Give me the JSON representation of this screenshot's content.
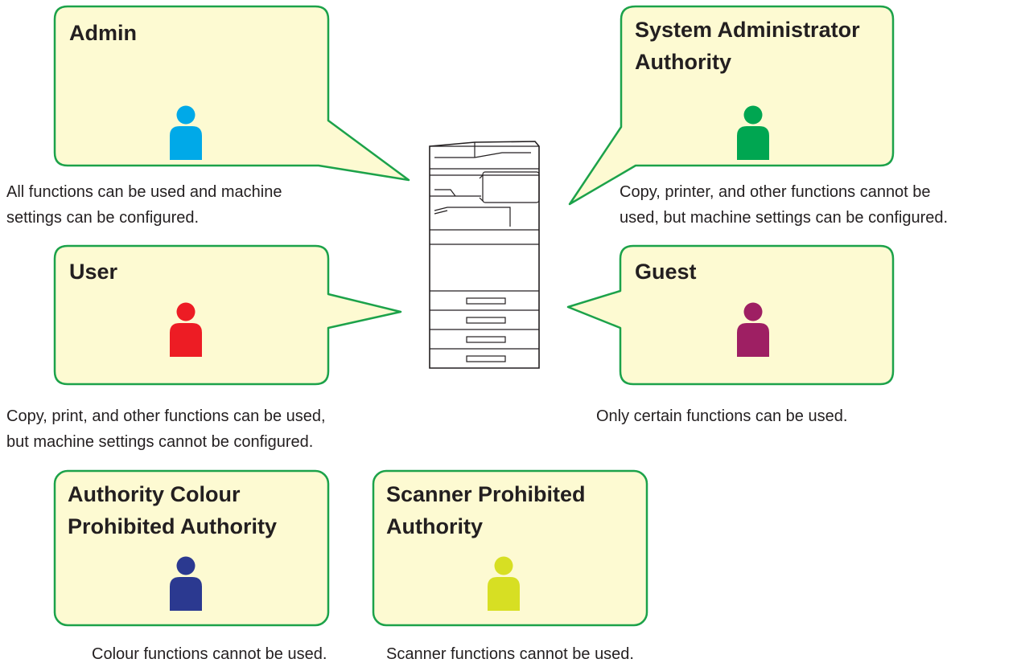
{
  "roles": {
    "admin": {
      "title": [
        "Admin"
      ],
      "icon": "person-icon",
      "color": "#00a9e8",
      "description": [
        "All functions can be used and machine",
        "settings can be configured."
      ]
    },
    "system_admin": {
      "title": [
        "System Administrator",
        "Authority"
      ],
      "icon": "person-icon",
      "color": "#00a651",
      "description": [
        "Copy, printer, and other functions cannot be",
        "used, but machine settings can be configured."
      ]
    },
    "user": {
      "title": [
        "User"
      ],
      "icon": "person-icon",
      "color": "#ed1c24",
      "description": [
        "Copy, print, and other functions can be used,",
        "but machine settings cannot be configured."
      ]
    },
    "guest": {
      "title": [
        "Guest"
      ],
      "icon": "person-icon",
      "color": "#9e1f63",
      "description": [
        "Only certain functions can be used."
      ]
    },
    "colour_prohibited": {
      "title": [
        "Authority Colour",
        "Prohibited Authority"
      ],
      "icon": "person-icon",
      "color": "#2b3990",
      "description": [
        "Colour functions cannot be used."
      ]
    },
    "scanner_prohibited": {
      "title": [
        "Scanner Prohibited",
        "Authority"
      ],
      "icon": "person-icon",
      "color": "#d7df23",
      "description": [
        "Scanner functions cannot be used."
      ]
    }
  },
  "machine": {
    "icon": "multifunction-printer-icon"
  },
  "colors": {
    "bubble_fill": "#fdfad2",
    "bubble_stroke": "#1ca24a",
    "text": "#231f20"
  }
}
